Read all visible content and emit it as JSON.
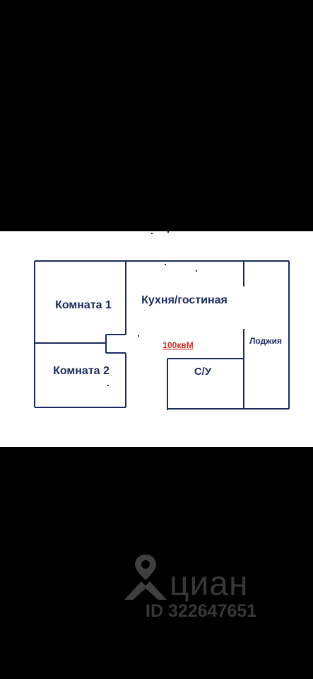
{
  "plan": {
    "line_color": "#1b2a5e",
    "area_color": "#d0352b",
    "rooms": {
      "room1": "Комната 1",
      "room2": "Комната 2",
      "kitchen": "Кухня/гостиная",
      "bathroom": "С/У",
      "loggia": "Лоджия"
    },
    "area": "100квМ"
  },
  "watermark": {
    "brand": "циан",
    "id_text": "ID 322647651",
    "icon": "map-pin-person-icon"
  }
}
